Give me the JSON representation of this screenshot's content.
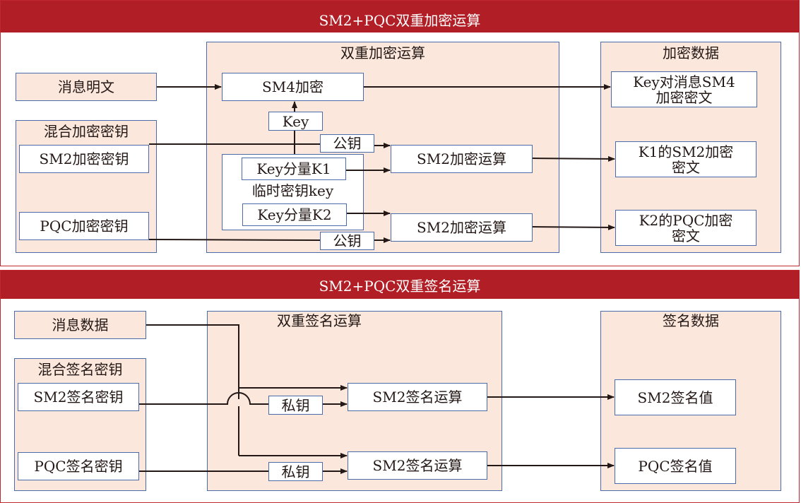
{
  "encryption": {
    "header": "SM2+PQC双重加密运算",
    "message_plaintext": "消息明文",
    "hybrid_key_group": {
      "title": "混合加密密钥",
      "sm2_key": "SM2加密密钥",
      "pqc_key": "PQC加密密钥"
    },
    "dual_op_group": {
      "title": "双重加密运算",
      "sm4_encrypt": "SM4加密",
      "key_label": "Key",
      "public_key_1": "公钥",
      "public_key_2": "公钥",
      "temp_key": {
        "label": "临时密钥key",
        "component_k1": "Key分量K1",
        "component_k2": "Key分量K2"
      },
      "sm2_op_1": "SM2加密运算",
      "sm2_op_2": "SM2加密运算"
    },
    "output_group": {
      "title": "加密数据",
      "sm4_cipher_line1": "Key对消息SM4",
      "sm4_cipher_line2": "加密密文",
      "k1_cipher_line1": "K1的SM2加密",
      "k1_cipher_line2": "密文",
      "k2_cipher_line1": "K2的PQC加密",
      "k2_cipher_line2": "密文"
    }
  },
  "signature": {
    "header": "SM2+PQC双重签名运算",
    "message_data": "消息数据",
    "hybrid_key_group": {
      "title": "混合签名密钥",
      "sm2_key": "SM2签名密钥",
      "pqc_key": "PQC签名密钥"
    },
    "dual_op_group": {
      "title": "双重签名运算",
      "private_key_1": "私钥",
      "private_key_2": "私钥",
      "sm2_sign_op_1": "SM2签名运算",
      "sm2_sign_op_2": "SM2签名运算"
    },
    "output_group": {
      "title": "签名数据",
      "sm2_signature": "SM2签名值",
      "pqc_signature": "PQC签名值"
    }
  }
}
